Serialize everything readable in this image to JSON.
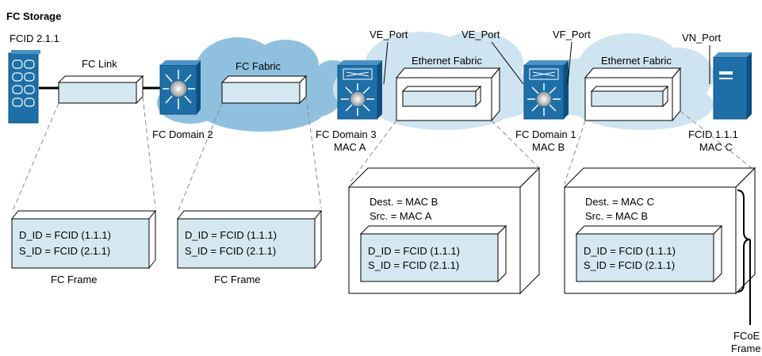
{
  "title": "FC Storage",
  "colors": {
    "device_blue": "#1e6fa8",
    "device_dark": "#0d4f80",
    "cloud": "#8fc1df",
    "cloud_light": "#cfe4f1",
    "frame_fill": "#d5e8f1",
    "line": "#000000"
  },
  "nodes": {
    "storage": {
      "label": "FCID 2.1.1",
      "icon": "storage-array-icon"
    },
    "fc_domain2": {
      "label": "FC Domain 2",
      "icon": "fc-switch-icon"
    },
    "fc_domain3": {
      "label1": "FC Domain 3",
      "label2": "MAC A",
      "icon": "fcoe-switch-icon"
    },
    "fc_domain1": {
      "label1": "FC Domain 1",
      "label2": "MAC B",
      "icon": "fcoe-switch-icon"
    },
    "host": {
      "label1": "FCID 1.1.1",
      "label2": "MAC C",
      "icon": "server-icon"
    }
  },
  "links": {
    "fc_link": "FC Link",
    "fc_fabric": "FC Fabric",
    "ethernet_fabric_1": "Ethernet Fabric",
    "ethernet_fabric_2": "Ethernet Fabric"
  },
  "ports": {
    "ve_port_1": "VE_Port",
    "ve_port_2": "VE_Port",
    "vf_port": "VF_Port",
    "vn_port": "VN_Port"
  },
  "frames": {
    "fc_frame_1": {
      "d_id": "D_ID = FCID (1.1.1)",
      "s_id": "S_ID = FCID (2.1.1)",
      "caption": "FC Frame"
    },
    "fc_frame_2": {
      "d_id": "D_ID = FCID (1.1.1)",
      "s_id": "S_ID = FCID (2.1.1)",
      "caption": "FC Frame"
    },
    "fcoe_frame_1": {
      "dest": "Dest. = MAC B",
      "src": "Src. = MAC A",
      "d_id": "D_ID = FCID (1.1.1)",
      "s_id": "S_ID = FCID (2.1.1)"
    },
    "fcoe_frame_2": {
      "dest": "Dest. = MAC C",
      "src": "Src. = MAC B",
      "d_id": "D_ID = FCID (1.1.1)",
      "s_id": "S_ID = FCID (2.1.1)"
    }
  },
  "fcoe_caption": {
    "line1": "FCoE",
    "line2": "Frame"
  }
}
